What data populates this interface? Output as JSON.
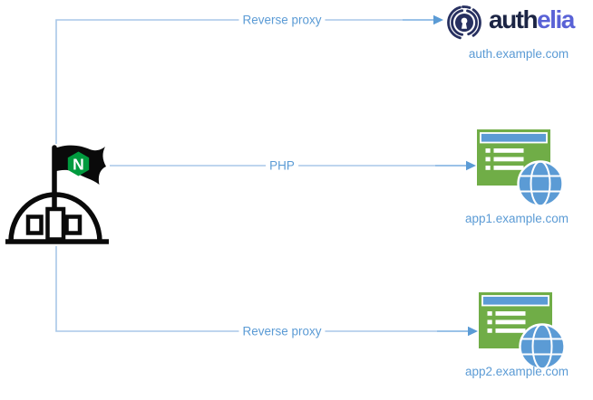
{
  "colors": {
    "connector_line": "#A8C7E8",
    "connector_line_dark_end": "#79ADE0",
    "arrow_head": "#5B9BD5",
    "connector_label": "#5B9BD5",
    "domain_label": "#5B9BD5",
    "app_window_green": "#70AD47",
    "app_titlebar_blue": "#5B9BD5",
    "globe_blue": "#5B9BD5",
    "nginx_flag_green": "#009A3E",
    "building_outline": "#0A0A0A",
    "authelia_navy": "#273060",
    "authelia_wordmark_dark": "#1B2444",
    "authelia_wordmark_accent": "#5962D6"
  },
  "source_node": {
    "name": "nginx-server",
    "flag_letter": "N"
  },
  "connections": [
    {
      "label": "Reverse proxy",
      "to": "auth.example.com"
    },
    {
      "label": "PHP",
      "to": "app1.example.com"
    },
    {
      "label": "Reverse proxy",
      "to": "app2.example.com"
    }
  ],
  "auth_node": {
    "brand_prefix": "auth",
    "brand_suffix": "elia",
    "domain": "auth.example.com"
  },
  "app1_node": {
    "domain": "app1.example.com"
  },
  "app2_node": {
    "domain": "app2.example.com"
  }
}
